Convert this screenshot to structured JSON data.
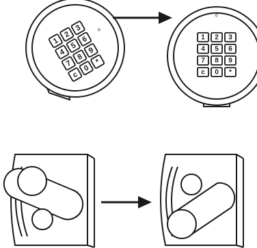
{
  "keypad": {
    "keys": [
      "1",
      "2",
      "3",
      "4",
      "5",
      "6",
      "7",
      "8",
      "9",
      "c",
      "0",
      "*"
    ],
    "marker": "o"
  },
  "colors": {
    "line": "#1a1a1a",
    "background": "#ffffff"
  },
  "icons": {
    "top_arrow": "right-arrow-icon",
    "bottom_arrow": "right-arrow-icon"
  }
}
